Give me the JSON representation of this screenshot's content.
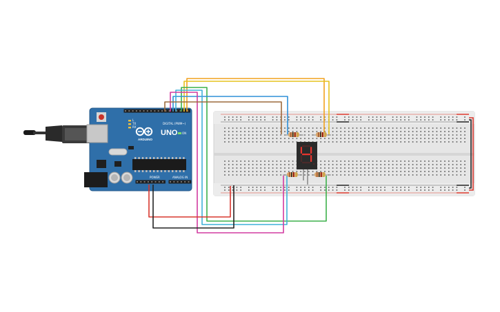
{
  "arduino": {
    "model": "UNO",
    "brand": "ARDUINO",
    "digital_label": "DIGITAL (PWM~)",
    "power_label": "POWER",
    "analog_label": "ANALOG IN",
    "on_label": "ON",
    "tx_label": "TX",
    "rx_label": "RX",
    "l_label": "L"
  },
  "display": {
    "digit": "4",
    "segment_color": "#e8352e"
  },
  "colors": {
    "board": "#2f6fa9",
    "breadboard": "#e6e6e6",
    "rail_red": "#e03b2f",
    "rail_black": "#222222",
    "wire_orange": "#f2a21d",
    "wire_yellow": "#e6c21c",
    "wire_green": "#3cb04a",
    "wire_blue": "#2f8fd8",
    "wire_magenta": "#d23aa0",
    "wire_brown": "#9c6a3c",
    "wire_red": "#d8362d",
    "wire_black": "#222222"
  }
}
